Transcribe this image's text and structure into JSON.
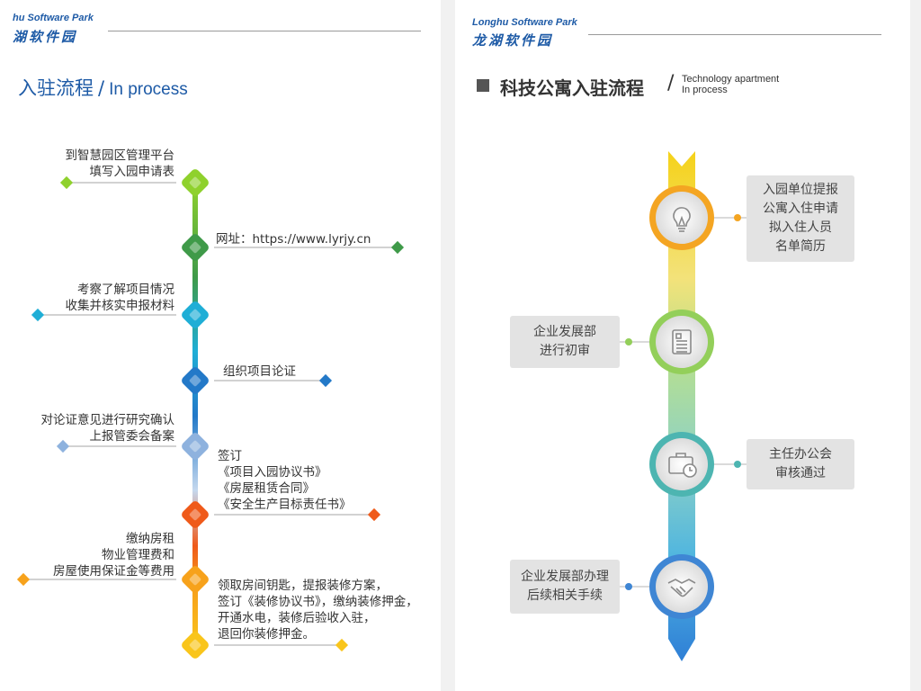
{
  "left": {
    "brand_en": "hu Software Park",
    "brand_cn": "湖软件园",
    "title_cn": "入驻流程",
    "title_sep": "/",
    "title_en": "In process",
    "steps": [
      {
        "lines": [
          "到智慧园区管理平台",
          "填写入园申请表"
        ],
        "color": "#8fd12d",
        "side": "left"
      },
      {
        "lines": [
          "网址：https://www.lyrjy.cn"
        ],
        "color": "#3f9a49",
        "side": "right"
      },
      {
        "lines": [
          "考察了解项目情况",
          "收集并核实申报材料"
        ],
        "color": "#1faed6",
        "side": "left"
      },
      {
        "lines": [
          "组织项目论证"
        ],
        "color": "#2379c8",
        "side": "right"
      },
      {
        "lines": [
          "对论证意见进行研究确认",
          "上报管委会备案"
        ],
        "color": "#8eb2de",
        "side": "left"
      },
      {
        "lines": [
          "签订",
          "《项目入园协议书》",
          "《房屋租赁合同》",
          "《安全生产目标责任书》"
        ],
        "color": "#ef5a1a",
        "side": "right"
      },
      {
        "lines": [
          "缴纳房租",
          "物业管理费和",
          "房屋使用保证金等费用"
        ],
        "color": "#f7a21b",
        "side": "left"
      },
      {
        "lines": [
          "领取房间钥匙，提报装修方案，",
          "签订《装修协议书》，缴纳装修押金，",
          "开通水电，装修后验收入驻，",
          "退回你装修押金。"
        ],
        "color": "#f9c51b",
        "side": "right"
      }
    ]
  },
  "right": {
    "brand_en": "Longhu Software Park",
    "brand_cn": "龙湖软件园",
    "title_cn": "科技公寓入驻流程",
    "title_sep": "/",
    "title_en_1": "Technology apartment",
    "title_en_2": "In process",
    "steps": [
      {
        "lines": [
          "入园单位提报",
          "公寓入住申请",
          "拟入住人员",
          "名单简历"
        ],
        "icon": "lightbulb-icon",
        "ring": "#f4a522",
        "side": "right"
      },
      {
        "lines": [
          "企业发展部",
          "进行初审"
        ],
        "icon": "document-icon",
        "ring": "#93cf5a",
        "side": "left"
      },
      {
        "lines": [
          "主任办公会",
          "审核通过"
        ],
        "icon": "briefcase-clock-icon",
        "ring": "#4db5b1",
        "side": "right"
      },
      {
        "lines": [
          "企业发展部办理",
          "后续相关手续"
        ],
        "icon": "handshake-icon",
        "ring": "#3f86d4",
        "side": "left"
      }
    ]
  }
}
